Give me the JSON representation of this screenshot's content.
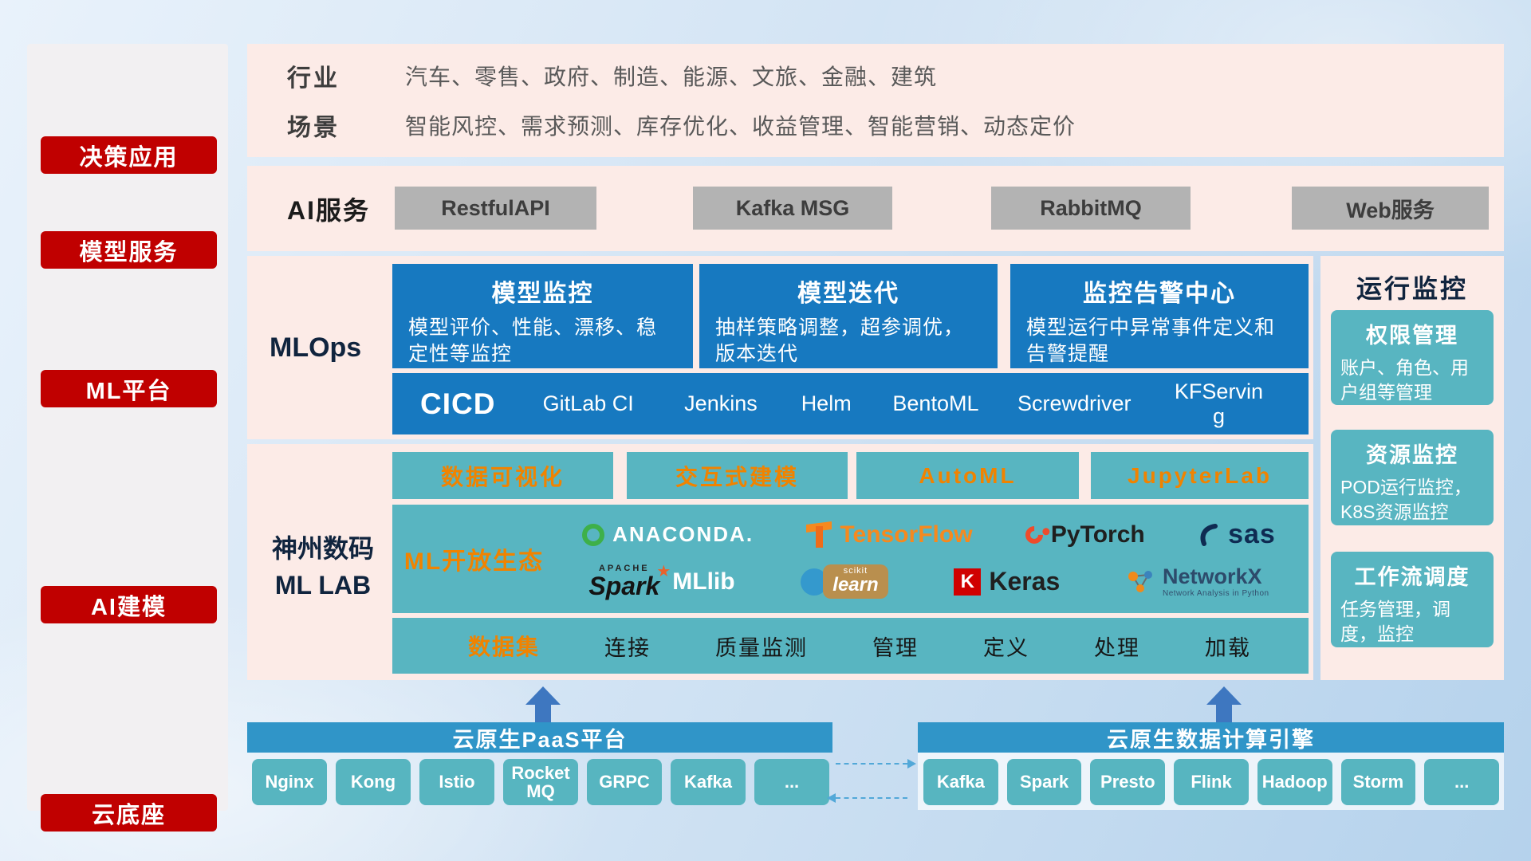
{
  "colors": {
    "badge_red": "#c00000",
    "panel_pink": "#fcebe7",
    "card_blue": "#1779c0",
    "teal": "#58b5c1",
    "orange_accent": "#f08300",
    "header_blue": "#3095c8",
    "navy_text": "#10243e",
    "gray_button": "#b3b3b3"
  },
  "sidebar": {
    "items": [
      {
        "label": "决策应用"
      },
      {
        "label": "模型服务"
      },
      {
        "label": "ML平台"
      },
      {
        "label": "AI建模"
      },
      {
        "label": "云底座"
      }
    ]
  },
  "industry": {
    "row1_label": "行业",
    "row1_text": "汽车、零售、政府、制造、能源、文旅、金融、建筑",
    "row2_label": "场景",
    "row2_text": "智能风控、需求预测、库存优化、收益管理、智能营销、动态定价"
  },
  "ai_service": {
    "label": "AI服务",
    "buttons": [
      "RestfulAPI",
      "Kafka MSG",
      "RabbitMQ",
      "Web服务"
    ]
  },
  "mlops": {
    "label": "MLOps",
    "cards": [
      {
        "title": "模型监控",
        "desc": "模型评价、性能、漂移、稳定性等监控"
      },
      {
        "title": "模型迭代",
        "desc": "抽样策略调整，超参调优，版本迭代"
      },
      {
        "title": "监控告警中心",
        "desc": "模型运行中异常事件定义和告警提醒"
      }
    ],
    "cicd": {
      "label": "CICD",
      "items": [
        "GitLab CI",
        "Jenkins",
        "Helm",
        "BentoML",
        "Screwdriver",
        "KFServing"
      ]
    }
  },
  "mllab": {
    "label_line1": "神州数码",
    "label_line2": "ML LAB",
    "tools": [
      "数据可视化",
      "交互式建模",
      "AutoML",
      "JupyterLab"
    ],
    "ecosystem_label": "ML开放生态",
    "logos": {
      "anaconda": "ANACONDA.",
      "tensorflow": "TensorFlow",
      "pytorch": "PyTorch",
      "sas": "sas",
      "apache": "APACHE",
      "spark": "Spark",
      "mllib": "MLlib",
      "scikit_top": "scikit",
      "scikit_word": "learn",
      "keras_k": "K",
      "keras": "Keras",
      "networkx": "NetworkX",
      "networkx_sub": "Network Analysis in Python"
    },
    "dataset": {
      "label": "数据集",
      "items": [
        "连接",
        "质量监测",
        "管理",
        "定义",
        "处理",
        "加载"
      ]
    }
  },
  "monitoring": {
    "title": "运行监控",
    "cards": [
      {
        "title": "权限管理",
        "desc": "账户、角色、用户组等管理"
      },
      {
        "title": "资源监控",
        "desc": "POD运行监控，K8S资源监控"
      },
      {
        "title": "工作流调度",
        "desc": "任务管理，调度，监控"
      }
    ]
  },
  "cloud": {
    "paas": {
      "title": "云原生PaaS平台",
      "items": [
        "Nginx",
        "Kong",
        "Istio",
        "RocketMQ",
        "GRPC",
        "Kafka",
        "..."
      ]
    },
    "engine": {
      "title": "云原生数据计算引擎",
      "items": [
        "Kafka",
        "Spark",
        "Presto",
        "Flink",
        "Hadoop",
        "Storm",
        "..."
      ]
    }
  }
}
